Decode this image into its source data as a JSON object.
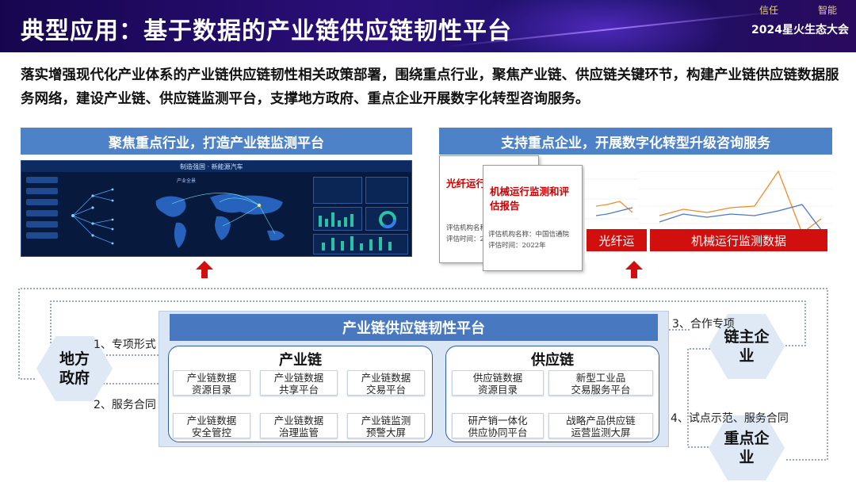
{
  "header": {
    "title": "典型应用：基于数据的产业链供应链韧性平台",
    "event_tag_left": "信任",
    "event_tag_right": "智能",
    "event_name": "2024星火生态大会"
  },
  "intro": "落实增强现代化产业体系的产业链供应链韧性相关政策部署，围绕重点行业，聚焦产业链、供应链关键环节，构建产业链供应链数据服务网络，建设产业链、供应链监测平台，支撑地方政府、重点企业开展数字化转型咨询服务。",
  "left_banner": "聚焦重点行业，打造产业链监测平台",
  "right_banner": "支持重点企业，开展数字化转型升级咨询服务",
  "dashboard": {
    "title": "制造强国 · 新能源汽车",
    "tab": "产业全景"
  },
  "reports": {
    "back_title": "光纤运行监",
    "back_meta_1": "评估机构名称",
    "back_meta_2": "评估时间：20",
    "front_title": "机械运行监测和评估报告",
    "front_meta_1": "评估机构名称：中国信通院",
    "front_meta_2": "评估时间：2022年"
  },
  "chart_labels": {
    "left": "光纤运",
    "right": "机械运行监测数据"
  },
  "platform": {
    "title": "产业链供应链韧性平台",
    "industry_chain": {
      "title": "产业链",
      "items": [
        "产业链数据\n资源目录",
        "产业链数据\n共享平台",
        "产业链数据\n交易平台",
        "产业链数据\n安全管控",
        "产业链数据\n治理监管",
        "产业链监测\n预警大屏"
      ]
    },
    "supply_chain": {
      "title": "供应链",
      "items": [
        "供应链数据\n资源目录",
        "新型工业品\n交易服务平台",
        "研产销一体化\n供应协同平台",
        "战略产品供应链\n运营监测大屏"
      ]
    }
  },
  "actors": {
    "local_gov": "地方政府",
    "chain_leader": "链主企业",
    "key_enterprise": "重点企业"
  },
  "notes": {
    "n1": "1、专项形式",
    "n2": "2、服务合同",
    "n3": "3、合作专项",
    "n4": "4、试点示范、服务合同"
  },
  "colors": {
    "banner": "#4d82c9",
    "platform_title": "#4878c0",
    "arrow": "#d10f0f",
    "report_title": "#cc0000"
  }
}
